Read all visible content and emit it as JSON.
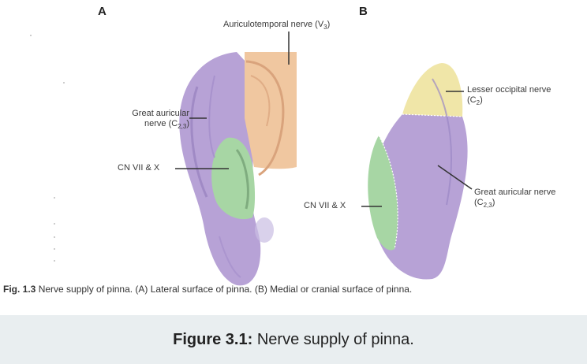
{
  "panels": {
    "a": "A",
    "b": "B"
  },
  "labels_a": {
    "auriculotemporal": "Auriculotemporal nerve (V",
    "auriculotemporal_sub": "3",
    "auriculotemporal_end": ")",
    "great_auricular_line1": "Great auricular",
    "great_auricular_line2": "nerve (C",
    "great_auricular_sub": "2,3",
    "great_auricular_end": ")",
    "cn": "CN VII & X"
  },
  "labels_b": {
    "lesser_occipital_line1": "Lesser occipital nerve",
    "lesser_occipital_line2": "(C",
    "lesser_occipital_sub": "2",
    "lesser_occipital_end": ")",
    "great_auricular_line1": "Great auricular nerve",
    "great_auricular_line2": "(C",
    "great_auricular_sub": "2,3",
    "great_auricular_end": ")",
    "cn": "CN VII & X"
  },
  "fig_caption": {
    "number": "Fig. 1.3",
    "text": "Nerve supply of pinna. (A) Lateral surface of pinna. (B) Medial or cranial surface of pinna."
  },
  "caption": {
    "number": "Figure 3.1:",
    "text": "Nerve supply of pinna."
  },
  "colors": {
    "purple": "#b7a2d6",
    "skin": "#f0c7a0",
    "green": "#a7d6a4",
    "yellow": "#f0e6a8"
  }
}
